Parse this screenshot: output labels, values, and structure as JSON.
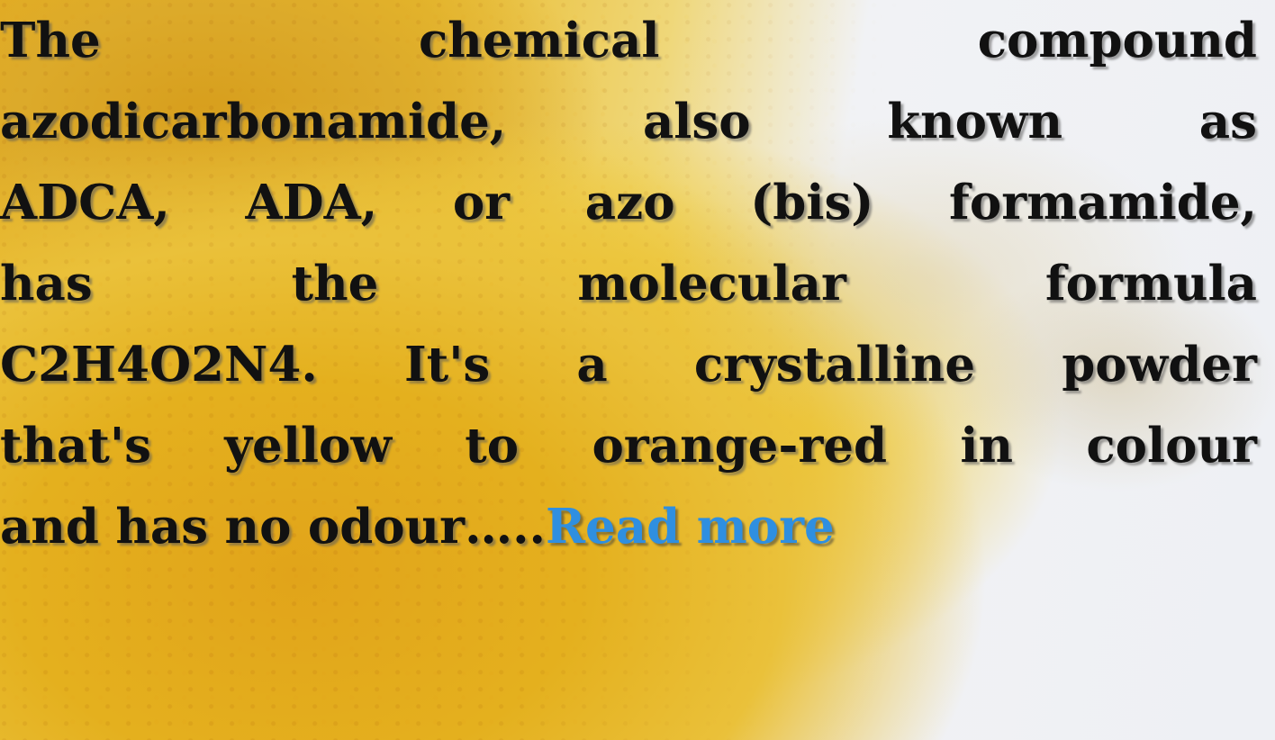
{
  "article": {
    "lines": [
      [
        "The",
        "chemical",
        "compound"
      ],
      [
        "azodicarbonamide,",
        "also",
        "known",
        "as"
      ],
      [
        "ADCA,",
        "ADA,",
        "or",
        "azo",
        "(bis)",
        "formamide,"
      ],
      [
        "has",
        "the",
        "molecular",
        "formula"
      ],
      [
        "C2H4O2N4.",
        "It's",
        "a",
        "crystalline",
        "powder"
      ],
      [
        "that's",
        "yellow",
        "to",
        "orange-red",
        "in",
        "colour"
      ]
    ],
    "last_line_text": "and has no odour…..",
    "read_more_label": "Read more"
  },
  "colors": {
    "text": "#111111",
    "link": "#2f8fe0",
    "powder": "#e9b522",
    "backdrop": "#f1f3f6"
  }
}
